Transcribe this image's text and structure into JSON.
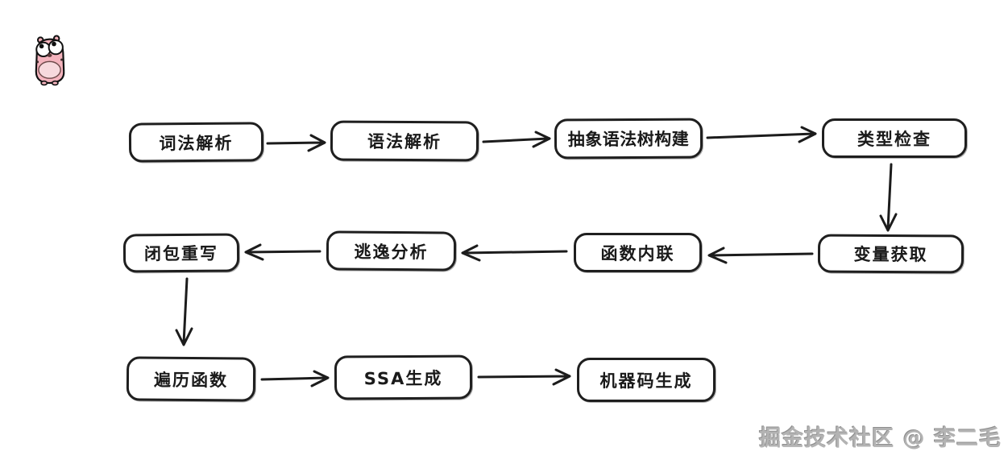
{
  "page": {
    "background": "#ffffff"
  },
  "logo": {
    "name": "go-gopher-mascot",
    "body_color": "#f4b3bd",
    "belly_color": "#f7d9dd",
    "outline_color": "#111111"
  },
  "diagram": {
    "style": "hand-drawn flowchart",
    "stroke_color": "#1f1f1f",
    "box_fill": "#ffffff",
    "nodes": [
      {
        "id": "lexical-analysis",
        "label": "词法解析"
      },
      {
        "id": "syntax-analysis",
        "label": "语法解析"
      },
      {
        "id": "ast-construction",
        "label": "抽象语法树构建"
      },
      {
        "id": "type-check",
        "label": "类型检查"
      },
      {
        "id": "variable-capture",
        "label": "变量获取"
      },
      {
        "id": "function-inline",
        "label": "函数内联"
      },
      {
        "id": "escape-analysis",
        "label": "逃逸分析"
      },
      {
        "id": "closure-rewrite",
        "label": "闭包重写"
      },
      {
        "id": "walk-function",
        "label": "遍历函数"
      },
      {
        "id": "ssa-generation",
        "label": "SSA生成"
      },
      {
        "id": "machine-code-generation",
        "label": "机器码生成"
      }
    ],
    "edges": [
      {
        "from": "lexical-analysis",
        "to": "syntax-analysis"
      },
      {
        "from": "syntax-analysis",
        "to": "ast-construction"
      },
      {
        "from": "ast-construction",
        "to": "type-check"
      },
      {
        "from": "type-check",
        "to": "variable-capture"
      },
      {
        "from": "variable-capture",
        "to": "function-inline"
      },
      {
        "from": "function-inline",
        "to": "escape-analysis"
      },
      {
        "from": "escape-analysis",
        "to": "closure-rewrite"
      },
      {
        "from": "closure-rewrite",
        "to": "walk-function"
      },
      {
        "from": "walk-function",
        "to": "ssa-generation"
      },
      {
        "from": "ssa-generation",
        "to": "machine-code-generation"
      }
    ]
  },
  "watermark": {
    "text": "掘金技术社区 @ 李二毛",
    "color": "#b3b3b3"
  }
}
